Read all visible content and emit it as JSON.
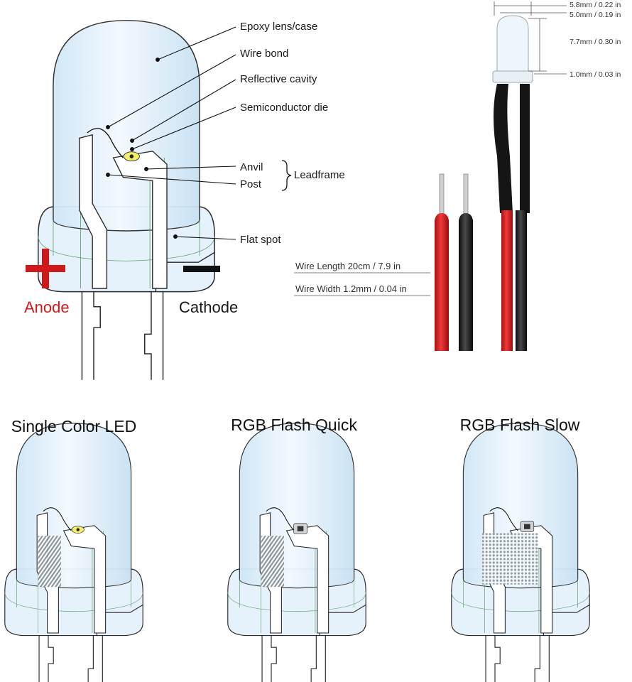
{
  "labels": {
    "epoxy": "Epoxy lens/case",
    "wire_bond": "Wire bond",
    "reflective_cavity": "Reflective cavity",
    "semiconductor_die": "Semiconductor die",
    "anvil": "Anvil",
    "post": "Post",
    "leadframe": "Leadframe",
    "flat_spot": "Flat spot",
    "anode": "Anode",
    "cathode": "Cathode"
  },
  "dimensions": {
    "width_outer": "5.8mm / 0.22 in",
    "width_inner": "5.0mm / 0.19 in",
    "height": "7.7mm / 0.30 in",
    "flange": "1.0mm / 0.03 in",
    "wire_length": "Wire Length 20cm / 7.9 in",
    "wire_width": "Wire Width 1.2mm / 0.04 in"
  },
  "types": [
    {
      "title": "Single Color LED"
    },
    {
      "title": "RGB Flash Quick"
    },
    {
      "title": "RGB Flash Slow"
    }
  ],
  "colors": {
    "lens": "#e4f1fb",
    "anode_red": "#d0191b",
    "wire_red": "#d42a2a",
    "wire_black": "#1b1b1b",
    "die_yellow": "#f2ee6a"
  }
}
